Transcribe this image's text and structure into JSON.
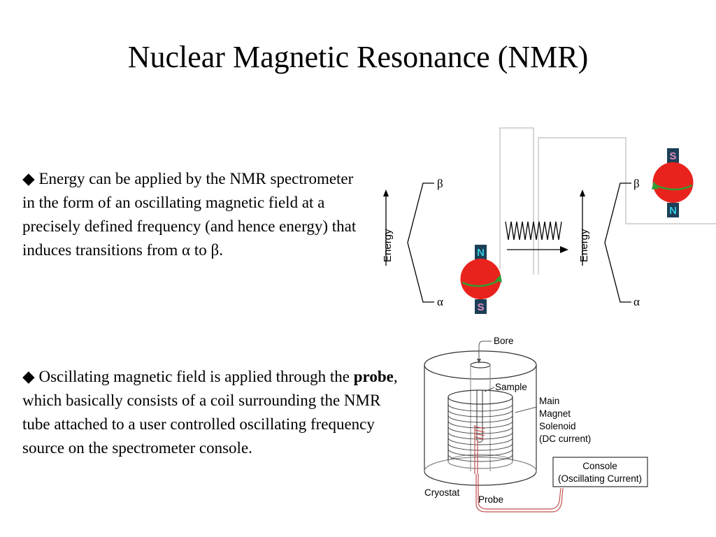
{
  "slide": {
    "title": "Nuclear Magnetic Resonance (NMR)"
  },
  "bullets": [
    {
      "symbol": "◆",
      "text_before_alpha": "Energy can be applied by the NMR spectrometer in the form of an oscillating magnetic field at a precisely defined frequency (and hence energy) that induces transitions from ",
      "alpha": "α",
      "text_between": " to ",
      "beta": "β",
      "text_end": "."
    },
    {
      "symbol": "◆",
      "text_before_bold": "Oscillating magnetic field is applied through the ",
      "bold": "probe",
      "text_after_bold": ", which basically consists of a coil surrounding the NMR tube attached to a user controlled oscillating frequency source on the spectrometer console."
    }
  ],
  "energy_diagram": {
    "axis_label": "Energy",
    "upper_state": "β",
    "lower_state": "α",
    "north": "N",
    "south": "S",
    "colors": {
      "sphere": "#e8231d",
      "arrow": "#2f9e34",
      "pole": "#1c3f57",
      "north_text": "#34c8e0",
      "south_text": "#e08fbe"
    }
  },
  "magnet_diagram": {
    "bore": "Bore",
    "sample": "Sample",
    "main_magnet": "Main",
    "magnet": "Magnet",
    "solenoid": "Solenoid",
    "dc_current": "(DC current)",
    "console": "Console",
    "oscillating_current": "(Oscillating Current)",
    "cryostat": "Cryostat",
    "probe": "Probe",
    "colors": {
      "probe_wire": "#c0504d"
    }
  }
}
